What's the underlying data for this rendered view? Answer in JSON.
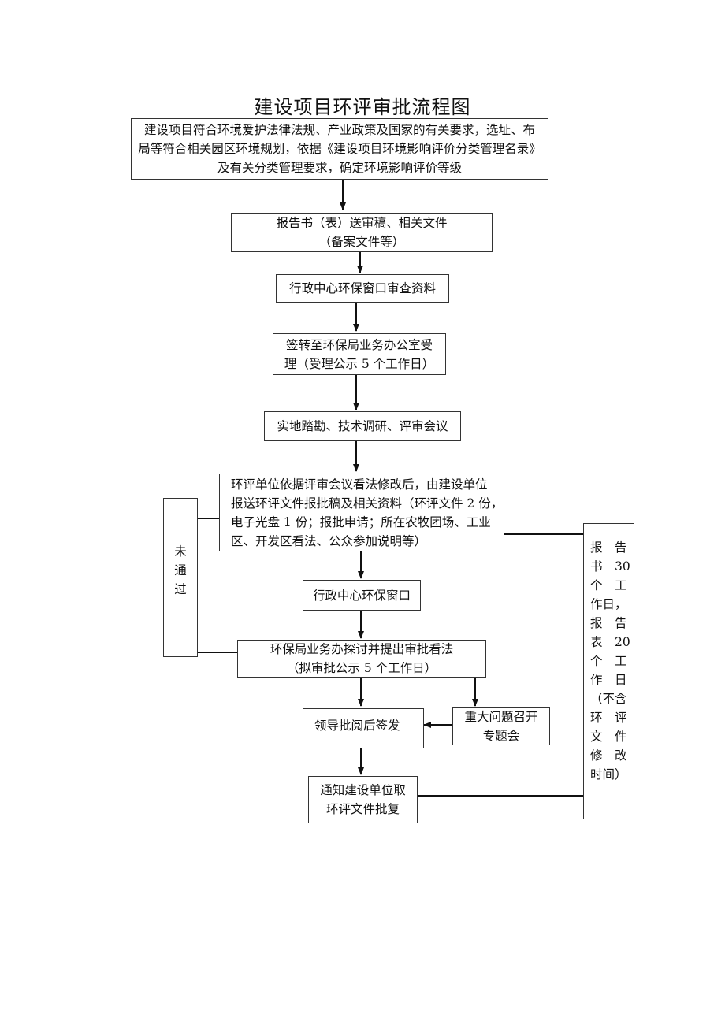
{
  "title": "建设项目环评审批流程图",
  "steps": {
    "s1": {
      "lines": [
        "建设项目符合环境爱护法律法规、产业政策及国家的有关要求，选址、布",
        "局等符合相关园区环境规划，依据《建设项目环境影响评价分类管理名录》",
        "及有关分类管理要求，确定环境影响评价等级"
      ]
    },
    "s2": {
      "lines": [
        "报告书（表）送审稿、相关文件",
        "（备案文件等）"
      ]
    },
    "s3": {
      "lines": [
        "行政中心环保窗口审查资料"
      ]
    },
    "s4": {
      "lines": [
        "签转至环保局业务办公室受",
        "理（受理公示 5 个工作日）"
      ]
    },
    "s5": {
      "lines": [
        "实地踏勘、技术调研、评审会议"
      ]
    },
    "s6": {
      "lines": [
        "环评单位依据评审会议看法修改后，由建设单位",
        "报送环评文件报批稿及相关资料（环评文件 2 份，",
        "电子光盘 1 份；报批申请；所在农牧团场、工业",
        "区、开发区看法、公众参加说明等）"
      ]
    },
    "s7": {
      "lines": [
        "行政中心环保窗口"
      ]
    },
    "s8": {
      "lines": [
        "环保局业务办探讨并提出审批看法",
        "（拟审批公示 5 个工作日）"
      ]
    },
    "s9": {
      "lines": [
        "领导批阅后签发"
      ]
    },
    "s10": {
      "lines": [
        "重大问题召开",
        "专题会"
      ]
    },
    "s11": {
      "lines": [
        "通知建设单位取",
        "环评文件批复"
      ]
    }
  },
  "side_notes": {
    "rejected": [
      "未",
      "通",
      "过"
    ],
    "time_limit": {
      "col1": [
        "报",
        "书",
        "个",
        "作日，",
        "报",
        "表",
        "个",
        "作",
        "（不",
        "环",
        "文",
        "修",
        "时间）"
      ],
      "col2": [
        "告",
        "30",
        "工",
        "",
        "告",
        "20",
        "工",
        "日",
        "含",
        "评",
        "件",
        "改",
        ""
      ]
    }
  }
}
